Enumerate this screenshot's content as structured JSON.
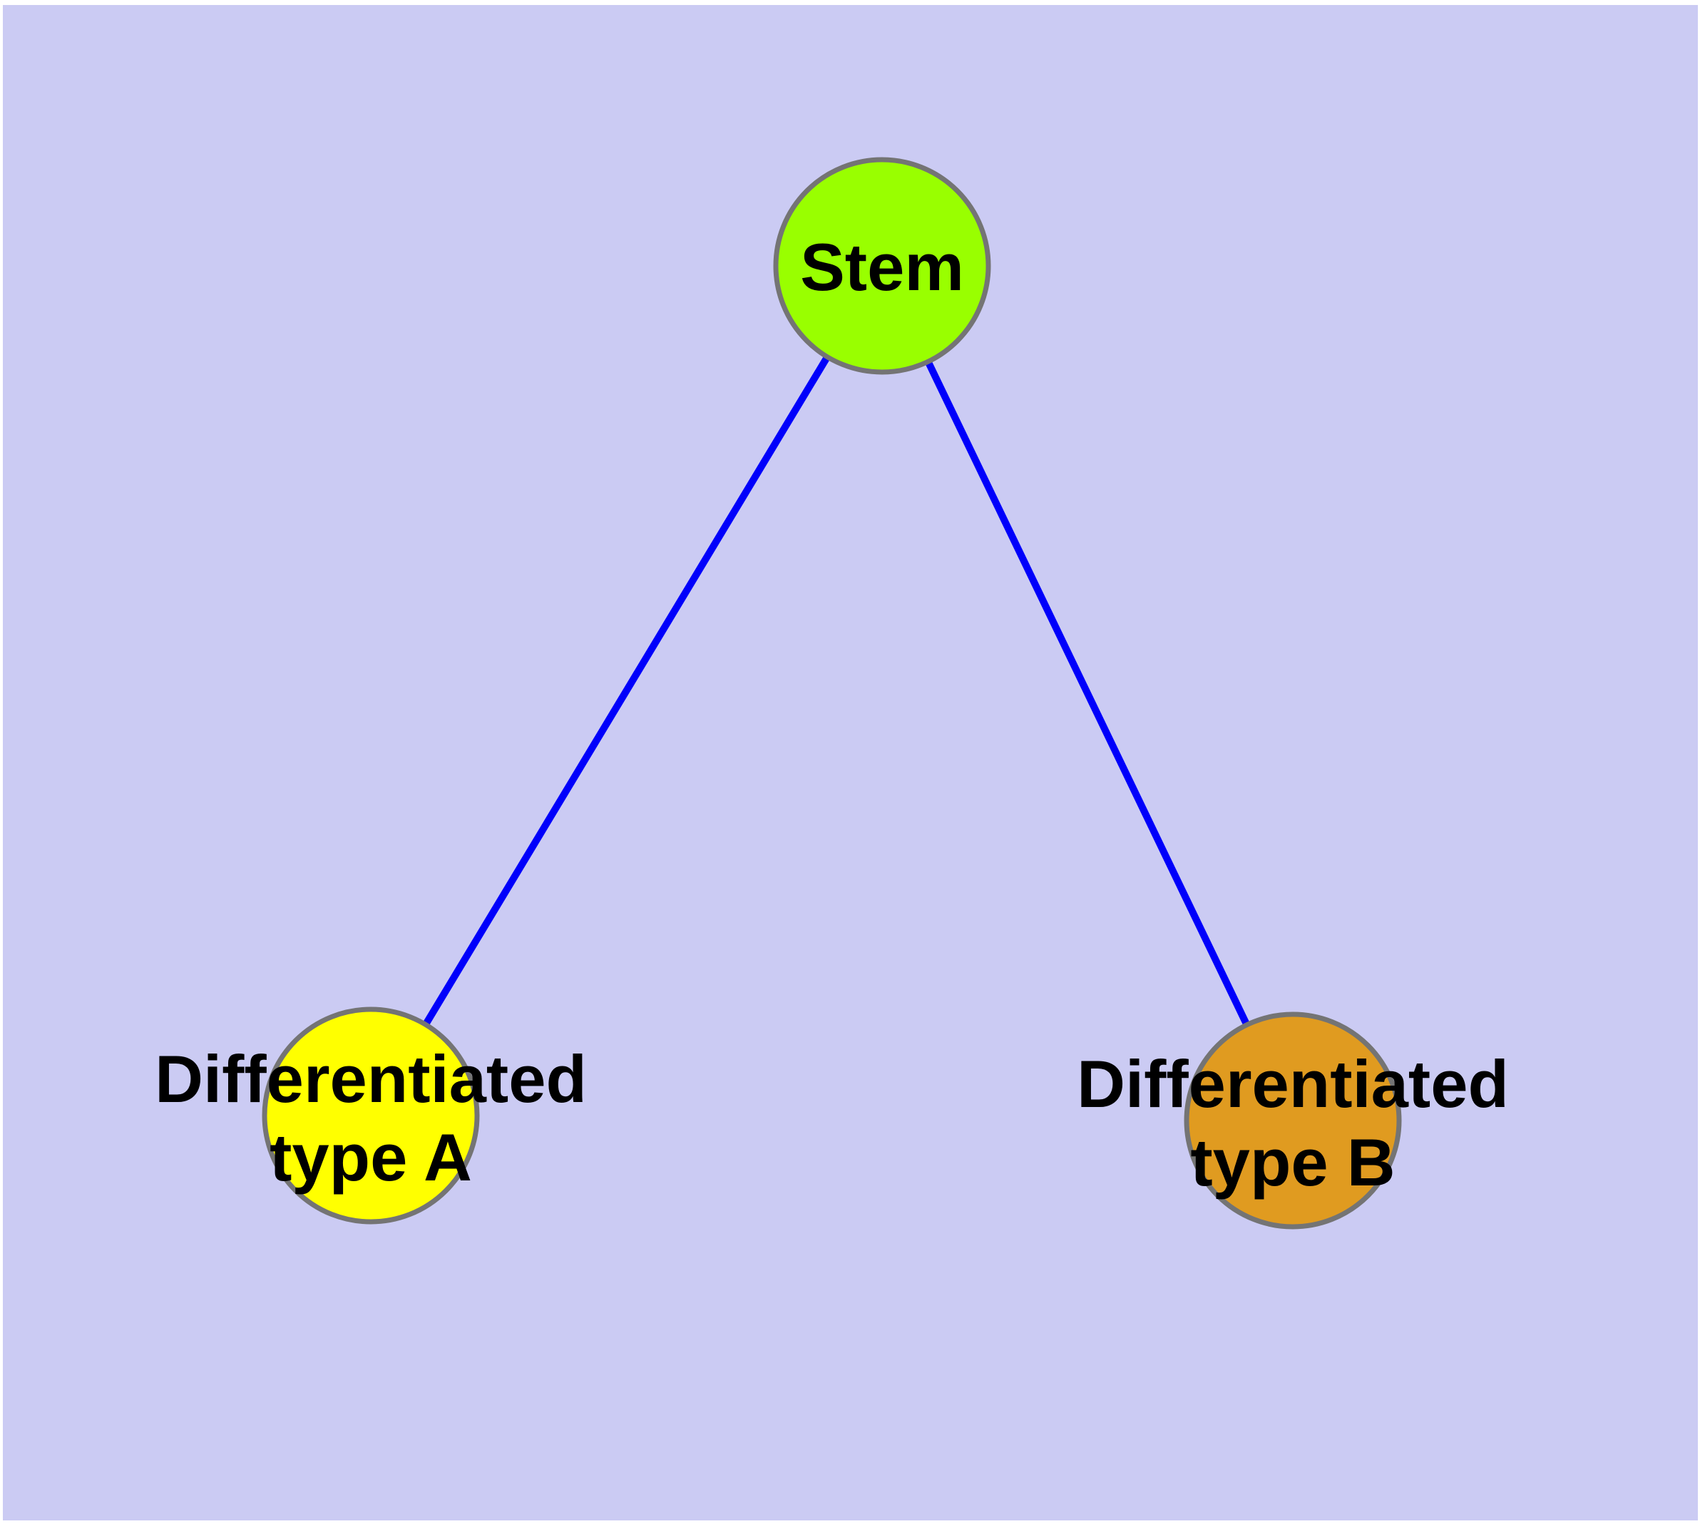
{
  "diagram": {
    "background_color": "#CBCBF3",
    "page_margin_color": "#FFFFFF",
    "edge_color": "#0000FB",
    "node_border_color": "#747474",
    "text_color": "#000000",
    "nodes": {
      "stem": {
        "label": "Stem",
        "fill_color": "#99FF00"
      },
      "type_a": {
        "label_line1": "Differentiated",
        "label_line2": "type A",
        "fill_color": "#FFFF00"
      },
      "type_b": {
        "label_line1": "Differentiated",
        "label_line2": "type B",
        "fill_color": "#E09B20"
      }
    },
    "edges": [
      {
        "from": "Stem",
        "to": "Differentiated type A"
      },
      {
        "from": "Stem",
        "to": "Differentiated type B"
      }
    ]
  }
}
